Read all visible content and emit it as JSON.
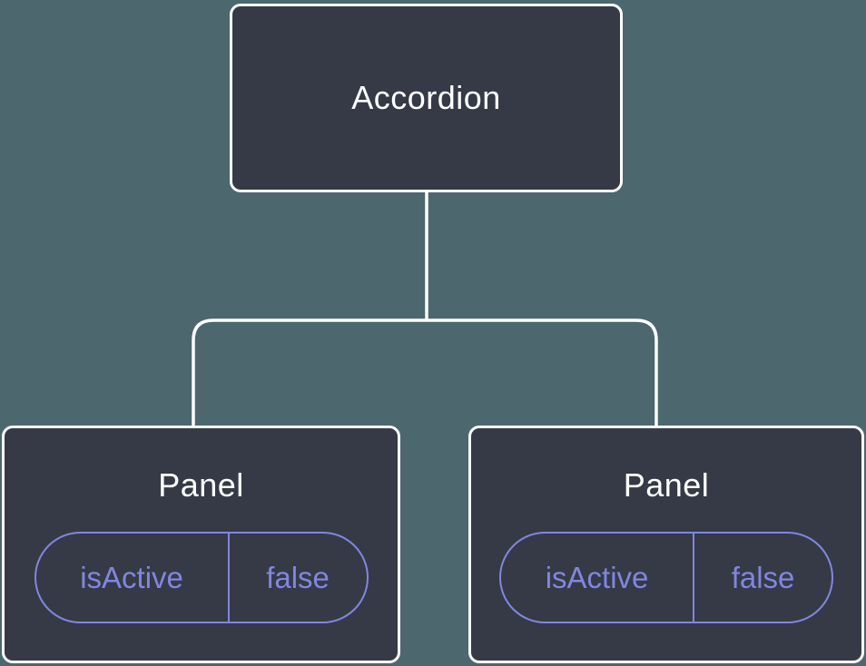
{
  "colors": {
    "background": "#4C676E",
    "node_fill": "#353A46",
    "node_border": "#FFFFFF",
    "title_text": "#FFFFFF",
    "accent": "#8186E0"
  },
  "tree": {
    "root": {
      "label": "Accordion"
    },
    "children": [
      {
        "label": "Panel",
        "state": {
          "key": "isActive",
          "value": "false"
        }
      },
      {
        "label": "Panel",
        "state": {
          "key": "isActive",
          "value": "false"
        }
      }
    ]
  }
}
